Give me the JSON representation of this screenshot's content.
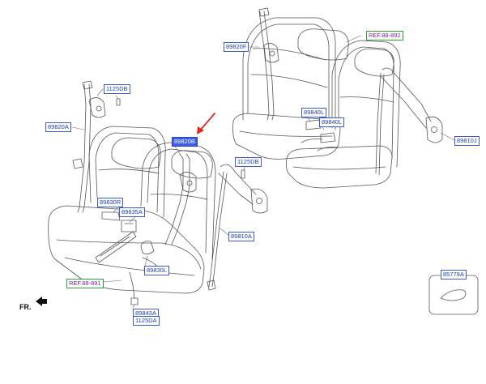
{
  "labels": {
    "l89820F": "89820F",
    "ref1": "REF.88-892",
    "l1125DB_a": "1125DB",
    "l89840L_a": "89840L",
    "l89840L_b": "89840L",
    "l89820A": "89820A",
    "l89820B": "89820B",
    "l89810J": "89810J",
    "l1125DB_b": "1125DB",
    "l89830R": "89830R",
    "l89835A": "89835A",
    "l89810A": "89810A",
    "l89830L": "89830L",
    "ref2": "REF.88-891",
    "l85779A": "85779A",
    "l89843A": "89843A",
    "l1125DA": "1125DA"
  },
  "direction": "FR.",
  "colors": {
    "label_text": "#1d3fb0",
    "ref_text": "#7a1fa8",
    "ref_border": "#2ea02e",
    "highlight": "#3f5ee8",
    "arrow": "#e0291f"
  }
}
